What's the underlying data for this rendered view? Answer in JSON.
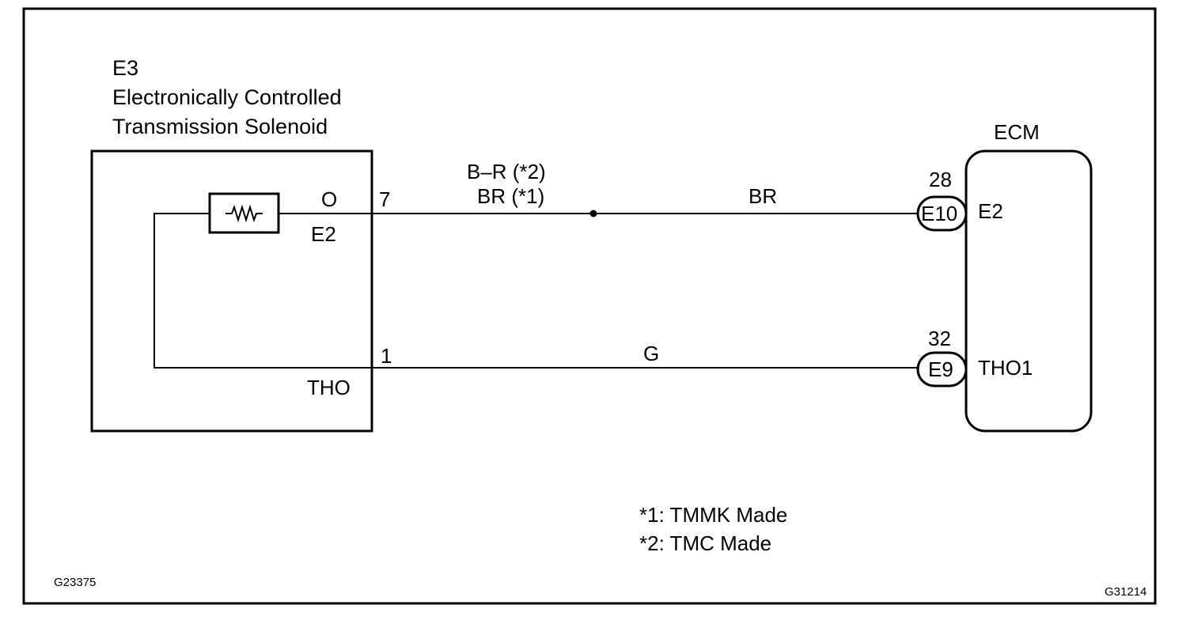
{
  "solenoid": {
    "code": "E3",
    "name_line1": "Electronically Controlled",
    "name_line2": "Transmission Solenoid",
    "terminals": {
      "e2_pin_letter": "O",
      "e2_label": "E2",
      "tho_label": "THO"
    }
  },
  "wires": {
    "top": {
      "pin_solenoid": "7",
      "color_line1": "B–R (*2)",
      "color_line2": "BR (*1)",
      "color_ecm_side": "BR",
      "pin_ecm": "28",
      "connector": "E10",
      "ecm_terminal": "E2"
    },
    "bottom": {
      "pin_solenoid": "1",
      "color": "G",
      "pin_ecm": "32",
      "connector": "E9",
      "ecm_terminal": "THO1"
    }
  },
  "ecm": {
    "label": "ECM"
  },
  "notes": {
    "note1": "*1: TMMK Made",
    "note2": "*2: TMC Made"
  },
  "figure_codes": {
    "left": "G23375",
    "right": "G31214"
  }
}
